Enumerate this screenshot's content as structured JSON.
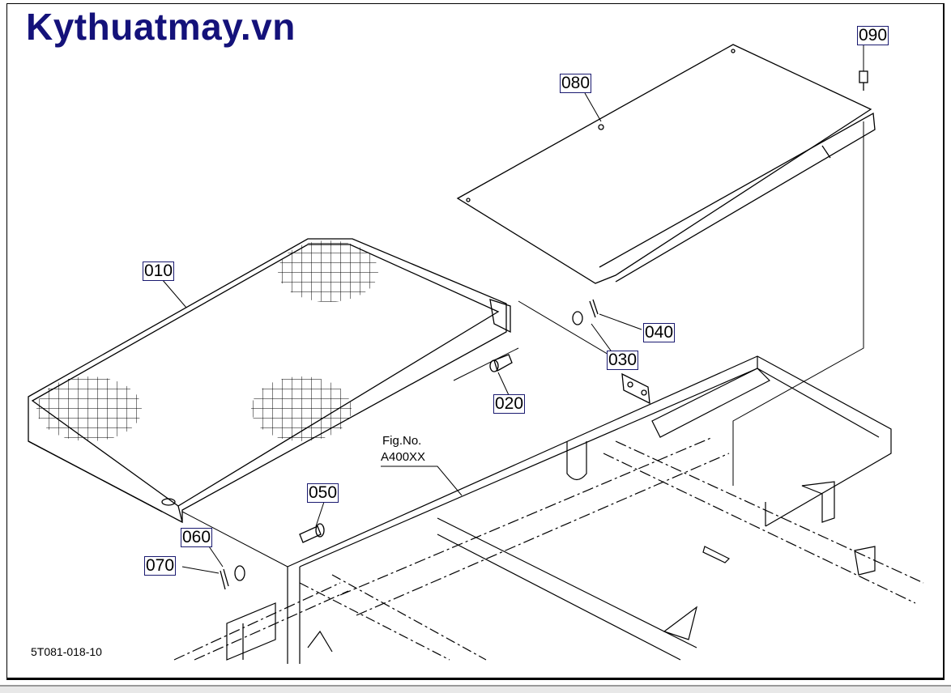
{
  "brand": "Kythuatmay.vn",
  "drawing_number": "5T081-018-10",
  "figure_reference": {
    "line1": "Fig.No.",
    "line2": "A400XX"
  },
  "part_labels": {
    "p010": "010",
    "p020": "020",
    "p030": "030",
    "p040": "040",
    "p050": "050",
    "p060": "060",
    "p070": "070",
    "p080": "080",
    "p090": "090"
  }
}
